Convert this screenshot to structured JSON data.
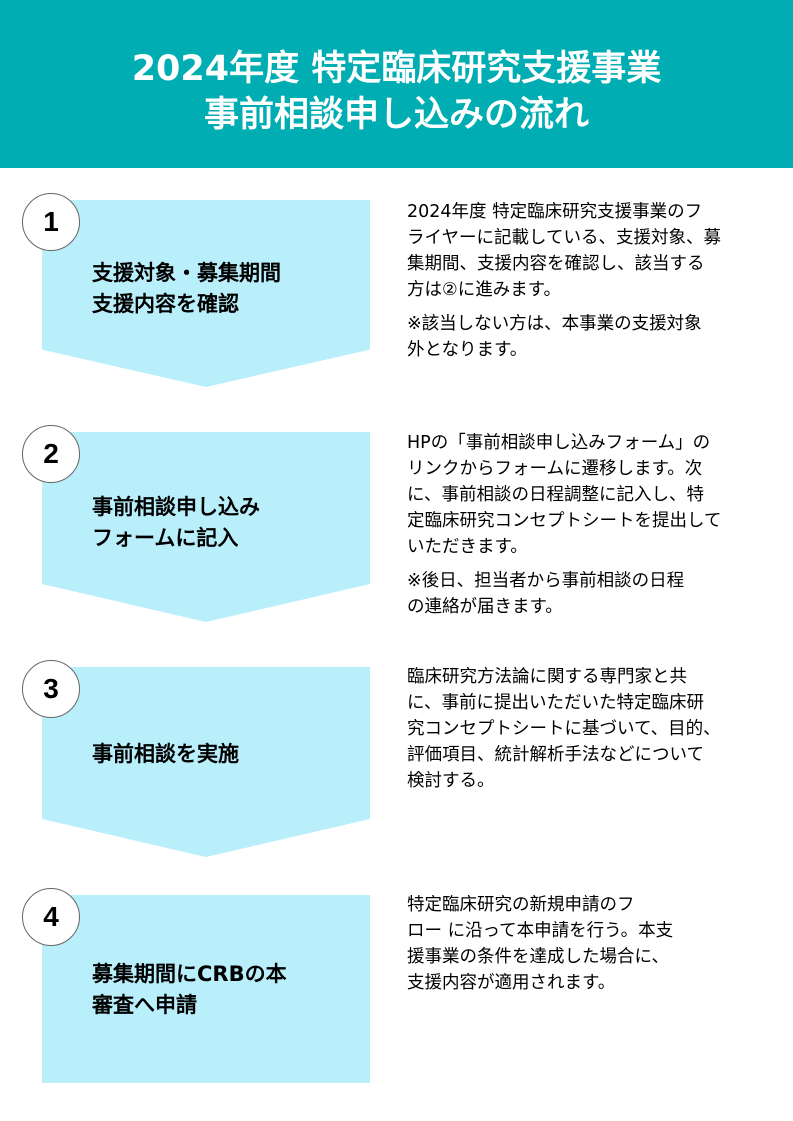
{
  "header": {
    "title_lines": [
      "2024年度 特定臨床研究支援事業",
      "事前相談申し込みの流れ"
    ]
  },
  "steps": [
    {
      "number": "1",
      "label_lines": [
        "支援対象・募集期間",
        "支援内容を確認"
      ],
      "paragraphs": [
        [
          "2024年度 特定臨床研究支援事業のフ",
          "ライヤーに記載している、支援対象、募",
          "集期間、支援内容を確認し、該当する",
          "方は②に進みます。"
        ],
        [
          "※該当しない方は、本事業の支援対象",
          "外となります。"
        ]
      ]
    },
    {
      "number": "2",
      "label_lines": [
        "事前相談申し込み",
        "フォームに記入"
      ],
      "paragraphs": [
        [
          "HPの「事前相談申し込みフォーム」の",
          "リンクからフォームに遷移します。次",
          "に、事前相談の日程調整に記入し、特",
          "定臨床研究コンセプトシートを提出して",
          "いただきます。"
        ],
        [
          "※後日、担当者から事前相談の日程",
          "の連絡が届きます。"
        ]
      ]
    },
    {
      "number": "3",
      "label_lines": [
        "事前相談を実施"
      ],
      "paragraphs": [
        [
          "臨床研究方法論に関する専門家と共",
          "に、事前に提出いただいた特定臨床研",
          "究コンセプトシートに基づいて、目的、",
          "評価項目、統計解析手法などについて",
          "検討する。"
        ]
      ]
    },
    {
      "number": "4",
      "label_lines": [
        "募集期間にCRBの本",
        "審査へ申請"
      ],
      "paragraphs": [
        [
          "特定臨床研究の新規申請のフ",
          "ロー に沿って本申請を行う。本支",
          "援事業の条件を達成した場合に、",
          "支援内容が適用されます。"
        ]
      ]
    }
  ]
}
